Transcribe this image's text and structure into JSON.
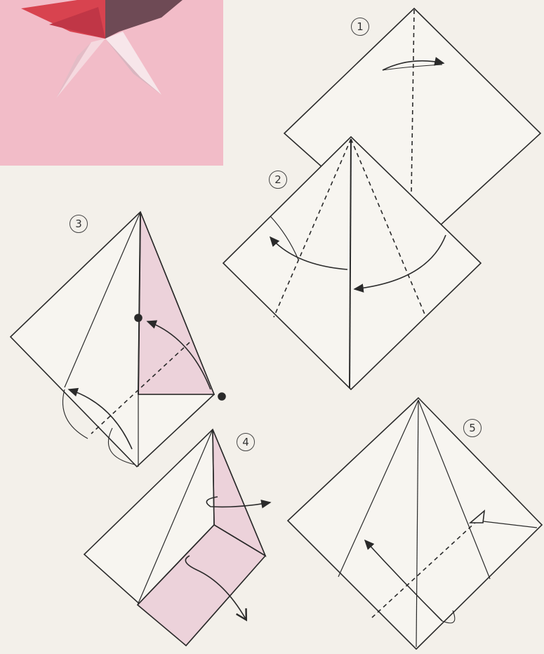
{
  "steps": [
    {
      "number": "1"
    },
    {
      "number": "2"
    },
    {
      "number": "3"
    },
    {
      "number": "4"
    },
    {
      "number": "5"
    }
  ],
  "colors": {
    "background": "#f3f0ea",
    "line": "#2a2a2a",
    "shaded_fold": "#e8c9d2",
    "photo_background": "#f2bcc8",
    "model_red": "#d8434f",
    "model_dark": "#6e4a55"
  }
}
